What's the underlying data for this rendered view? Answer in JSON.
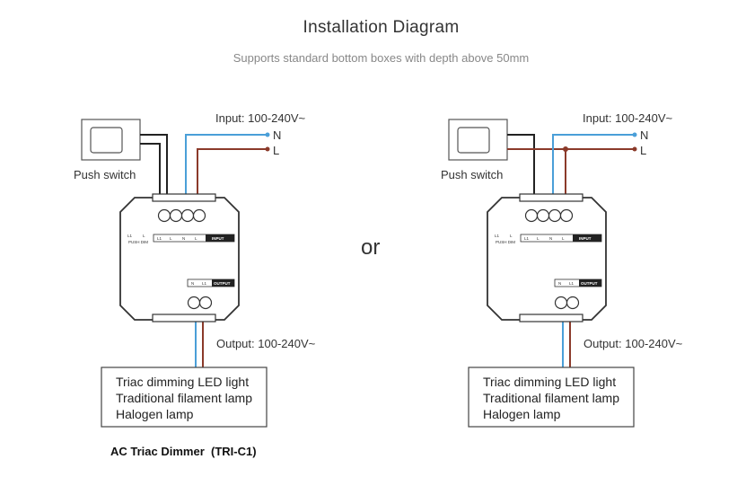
{
  "header": {
    "title": "Installation Diagram",
    "subtitle": "Supports standard bottom boxes with depth above 50mm"
  },
  "separator": "or",
  "diagrams": [
    {
      "switch_label": "Push switch",
      "input_label": "Input: 100-240V~",
      "neutral": "N",
      "live": "L",
      "input_terminals": [
        "L1",
        "L",
        "N",
        "L"
      ],
      "input_tag": "INPUT",
      "output_terminals": [
        "N",
        "L1"
      ],
      "output_tag": "OUTPUT",
      "push_side_labels": [
        "L1",
        "L"
      ],
      "push_caption": "PUSH DIM",
      "output_label": "Output: 100-240V~",
      "loads": [
        "Triac dimming LED light",
        "Traditional filament lamp",
        "Halogen lamp"
      ]
    },
    {
      "switch_label": "Push switch",
      "input_label": "Input: 100-240V~",
      "neutral": "N",
      "live": "L",
      "input_terminals": [
        "L1",
        "L",
        "N",
        "L"
      ],
      "input_tag": "INPUT",
      "output_terminals": [
        "N",
        "L1"
      ],
      "output_tag": "OUTPUT",
      "push_side_labels": [
        "L1",
        "L"
      ],
      "push_caption": "PUSH DIM",
      "output_label": "Output: 100-240V~",
      "loads": [
        "Triac dimming LED light",
        "Traditional filament lamp",
        "Halogen lamp"
      ]
    }
  ],
  "footer": "AC Triac Dimmer  (TRI-C1)",
  "colors": {
    "live_wire": "#8b3a2a",
    "neutral_wire": "#4a9fd8",
    "switch_wire": "#222222"
  }
}
